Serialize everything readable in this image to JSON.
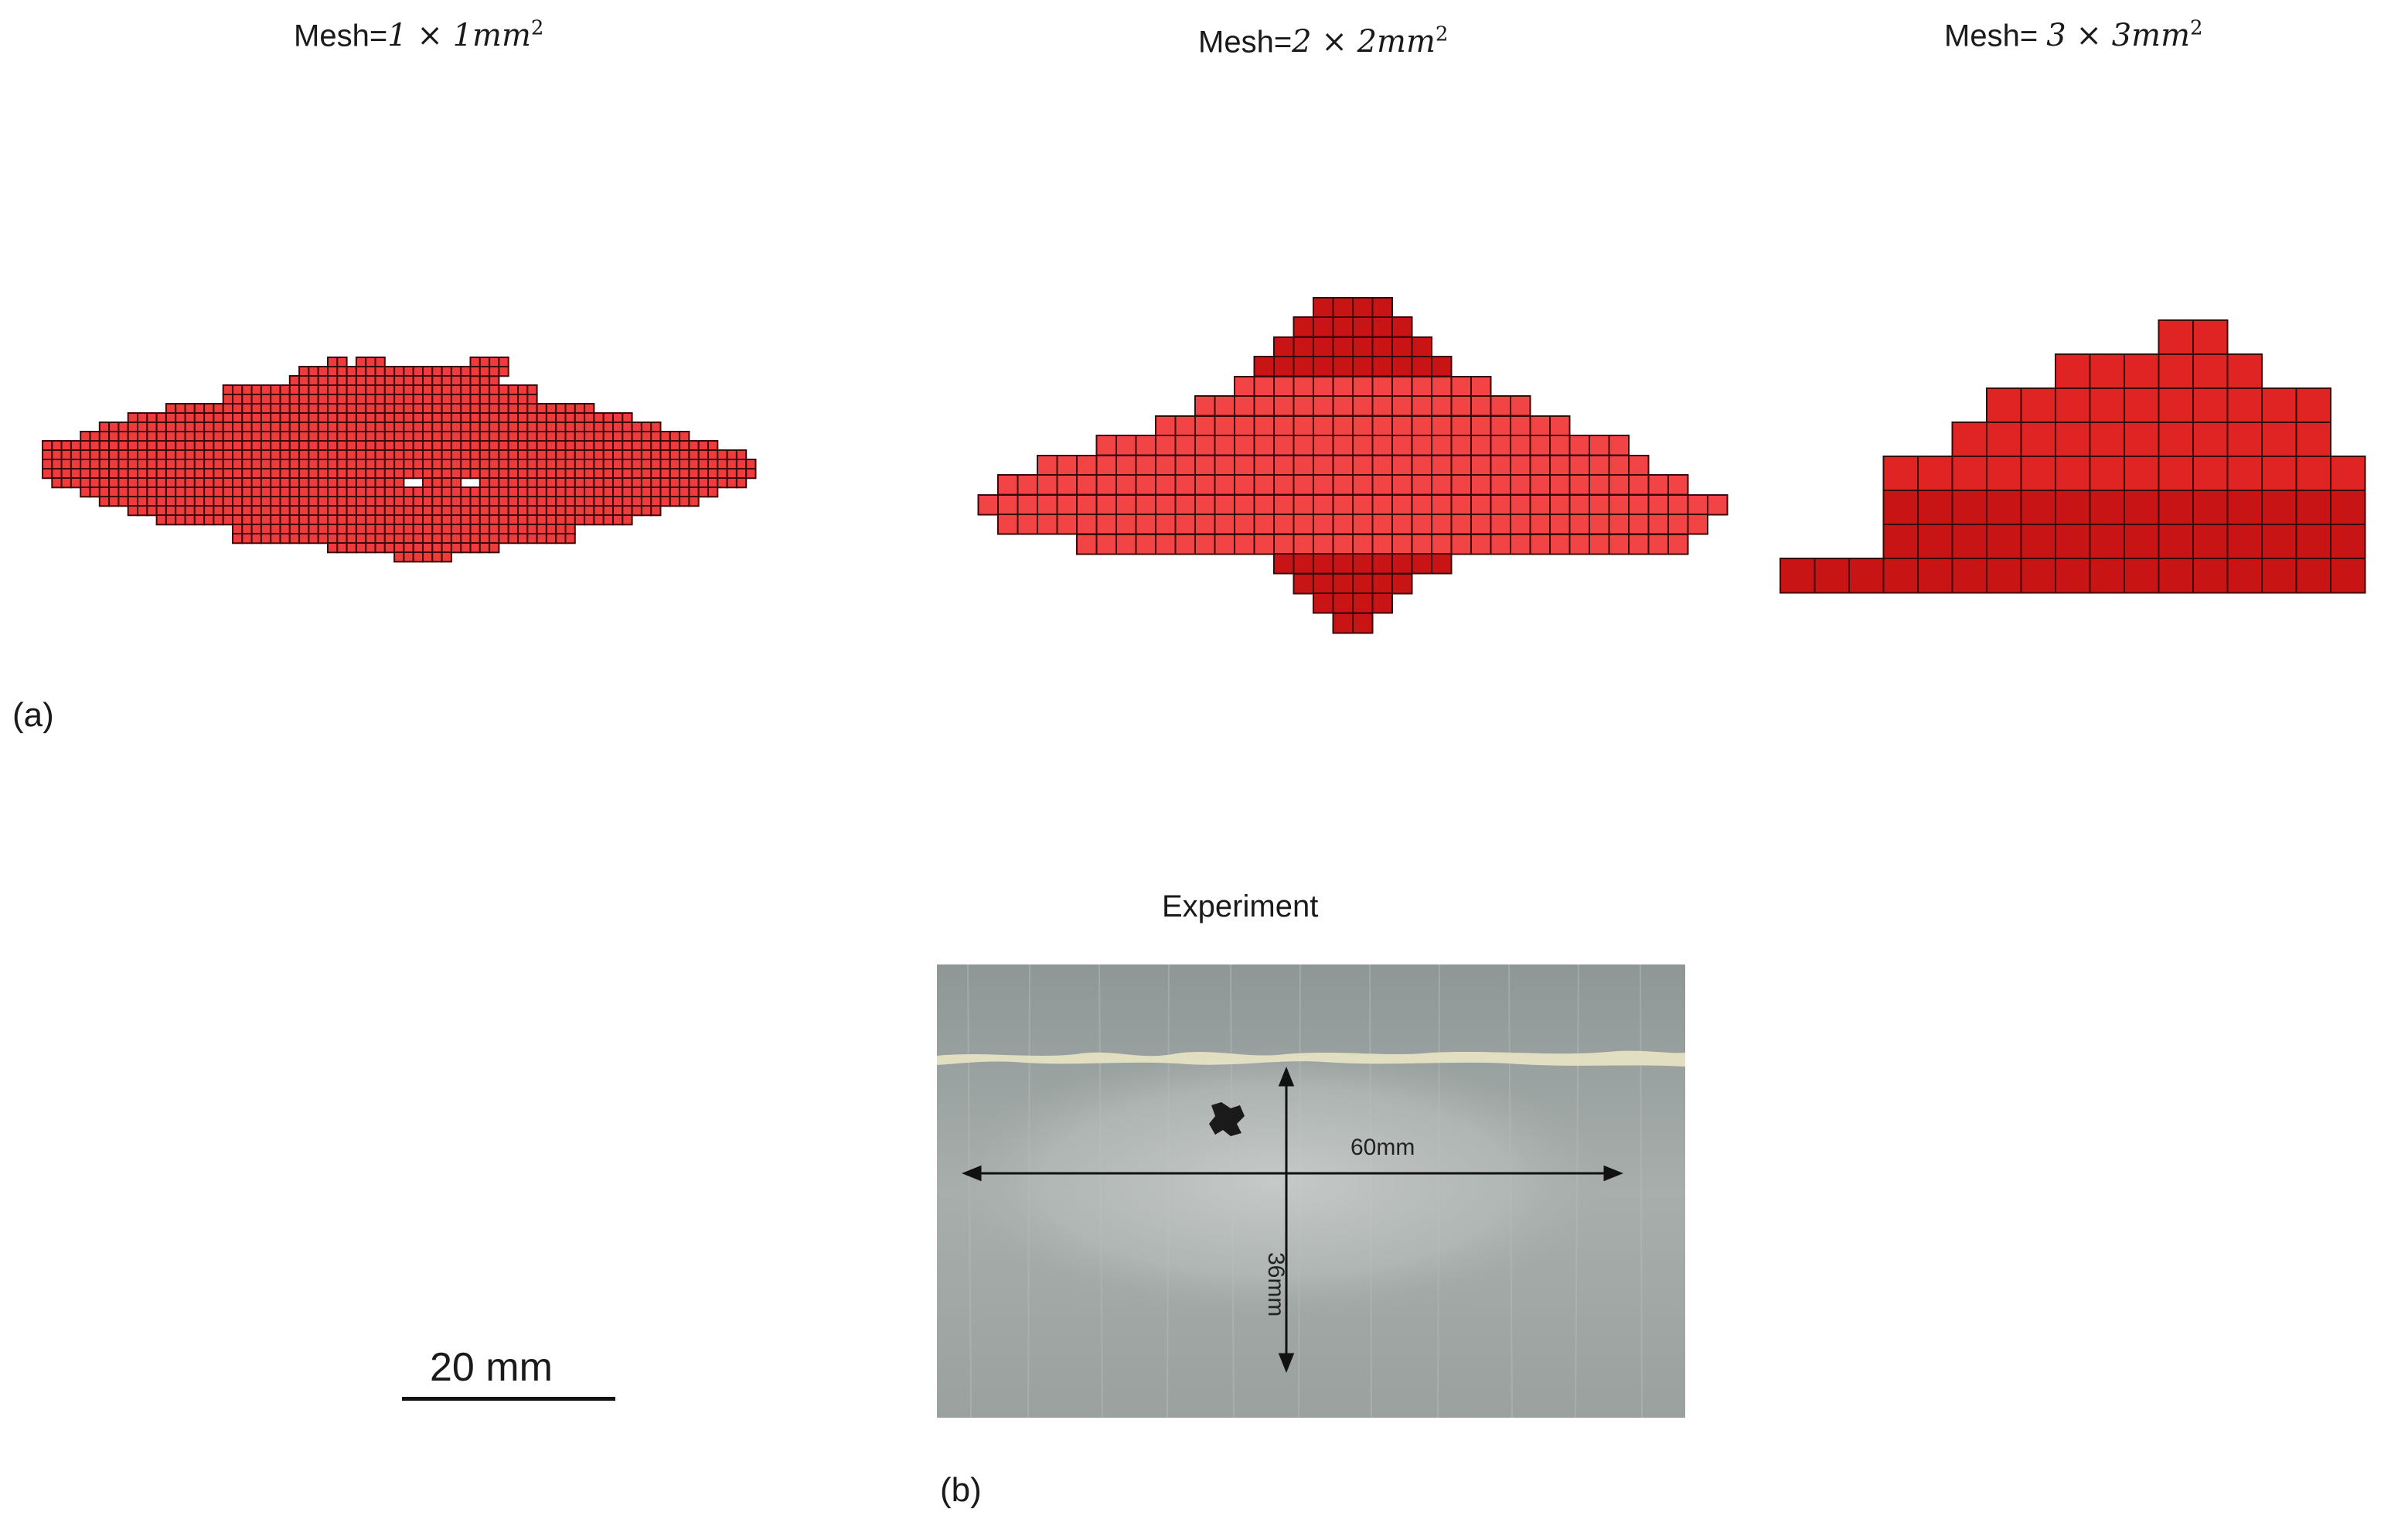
{
  "panel_a": {
    "label": "(a)",
    "meshes": [
      {
        "prefix": "Mesh=",
        "size_text": "1 × 1",
        "unit": "mm",
        "exp": "2",
        "color": "#ef3b3b"
      },
      {
        "prefix": "Mesh=",
        "size_text": "2 × 2",
        "unit": "mm",
        "exp": "2",
        "color": "#f24444"
      },
      {
        "prefix": "Mesh= ",
        "size_text": "3 × 3",
        "unit": "mm",
        "exp": "2",
        "color": "#e02424"
      }
    ]
  },
  "panel_b": {
    "label": "(b)",
    "title": "Experiment",
    "width_annotation": "60mm",
    "height_annotation": "36mm"
  },
  "scale_bar": {
    "label": "20 mm"
  },
  "colors": {
    "mesh_stroke": "#3a0a0a",
    "mesh_dark": "#c81414",
    "mesh_light": "#f44a4a"
  }
}
